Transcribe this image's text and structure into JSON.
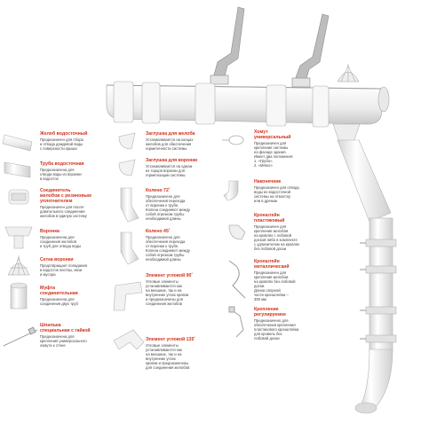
{
  "colors": {
    "accent": "#d0331c",
    "text": "#444444",
    "part": "#f2f2f2",
    "outline": "#b5b5b5"
  },
  "items": [
    {
      "id": "zhelob",
      "icon": "gutter-icon",
      "title": "Желоб водосточный",
      "desc": "Предназначен для сбора\nи отвода дождевой воды\nс поверхности крыши"
    },
    {
      "id": "truba",
      "icon": "downpipe-icon",
      "title": "Труба водосточная",
      "desc": "Предназначена для\nотвода воды из воронки\nв водосток"
    },
    {
      "id": "soedinitel",
      "icon": "gutter-connector-icon",
      "title": "Соединитель\nжелобов с резиновым\nуплотнителем",
      "desc": "Предназначен для после-\nдовательного соединения\nжелобов в единую систему"
    },
    {
      "id": "voronka",
      "icon": "funnel-icon",
      "title": "Воронка",
      "desc": "Предназначена для\nсоединения желобов\nи труб для отвода воды"
    },
    {
      "id": "setka",
      "icon": "funnel-net-icon",
      "title": "Сетка воронки",
      "desc": "Предотвращает попадания\nв водосток листвы, хвои\nи мусора"
    },
    {
      "id": "mufta",
      "icon": "pipe-coupling-icon",
      "title": "Муфта\nсоединительная",
      "desc": "Предназначена для\nсоединения двух труб"
    },
    {
      "id": "shpilka",
      "icon": "nut-stud-icon",
      "title": "Шпилька\nспециальная с гайкой",
      "desc": "Предназначена для\nкрепления универсального\nхомута к стене"
    },
    {
      "id": "zaglushka-zheloba",
      "icon": "gutter-end-cap-icon",
      "title": "Заглушка для желоба",
      "desc": "Устанавливается на концах\nжелобов для обеспечения\nгерметичности системы"
    },
    {
      "id": "zaglushka-voronki",
      "icon": "funnel-cap-icon",
      "title": "Заглушка для воронки",
      "desc": "Устанавливается на одном\nиз торцов воронки для\nгерметизации системы"
    },
    {
      "id": "koleno-72",
      "icon": "elbow-72-icon",
      "title": "Колено 72˚",
      "desc": "Предназначено для\nобеспечения перехода\nот воронки к трубе.\nКолена соединяют между\nсобой отрезком трубы\nнеобходимой длины"
    },
    {
      "id": "koleno-45",
      "icon": "elbow-45-icon",
      "title": "Колено 45˚",
      "desc": "Предназначено для\nобеспечения перехода\nот воронки к трубе.\nКолена соединяют между\nсобой отрезком трубы\nнеобходимой длины"
    },
    {
      "id": "element-90",
      "icon": "corner-90-icon",
      "title": "Элемент угловой 90˚",
      "desc": "Угловые элементы\nустанавливаются как\nна внешних, так и на\nвнутренних углах кровли\nи предназначены для\nсоединения желобов"
    },
    {
      "id": "element-135",
      "icon": "corner-135-icon",
      "title": "Элемент угловой 135˚",
      "desc": "Угловые элементы\nустанавливаются как\nна внешних, так и на\nвнутренних углах\nкровли и предназначены\nдля соединения желобов"
    },
    {
      "id": "homut",
      "icon": "pipe-clamp-icon",
      "title": "Хомут\nуниверсальный",
      "desc": "Предназначен для\nкрепления системы\nна фасаде здания.\nИмеет два положения:\n1. «Грубо»,\n2. «Мягко»"
    },
    {
      "id": "nakonechnik",
      "icon": "pipe-outlet-icon",
      "title": "Наконечник",
      "desc": "Предназначен для отвода\nводы из водосточной\nсистемы на отмостку\nили в дренаж"
    },
    {
      "id": "kronshtein-plast",
      "icon": "plastic-bracket-icon",
      "title": "Кронштейн\nпластиковый",
      "desc": "Предназначен для\nкрепления желобов\nна кровлях с лобовой\nдоской либо в комплекте\nс удлинителем на кровлях\nбез лобовой доски"
    },
    {
      "id": "kronshtein-met",
      "icon": "metal-bracket-icon",
      "title": "Кронштейн\nметаллический",
      "desc": "Предназначен для\nкрепления желобов\nна кровлях без лобовой\nдоски.\nДлина опорной\nчасти кронштейна –\n300 мм"
    },
    {
      "id": "kreplenie",
      "icon": "adjustable-mount-icon",
      "title": "Крепление\nрегулируемое",
      "desc": "Предназначено для\nобеспечения крепления\nпластикового кронштейна\nдля кровель без\nлобовой доски"
    }
  ]
}
